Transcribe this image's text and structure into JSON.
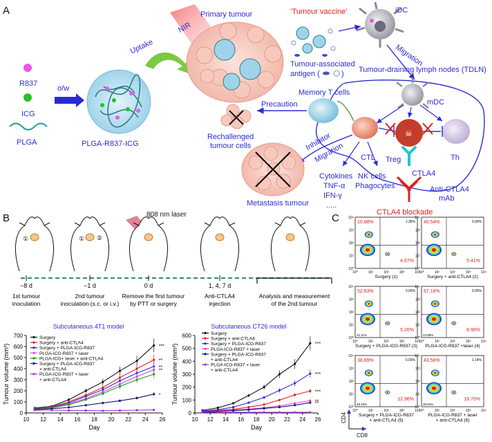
{
  "panel_a": {
    "label": "A",
    "r837": "R837",
    "icg": "ICG",
    "plga": "PLGA",
    "ow": "o/w",
    "nanoparticle": "PLGA-R837-ICG",
    "uptake": "Uptake",
    "nir": "NIR",
    "primary_tumour": "Primary  tumour",
    "tumour_vaccine": "‘Tumour vaccine’",
    "idc": "iDC",
    "antigen": "Tumour-associated",
    "antigen2": "antigen (",
    "antigen3": ")",
    "migration1": "Migration",
    "tdln": "Tumour-draining lymph nodes (TDLN)",
    "mdc": "mDC",
    "memory_t": "Memory T cells",
    "precaution": "Precaution",
    "rechallenged": "Rechallenged",
    "rechallenged2": "tumour cells",
    "inhibitor": "Inhibitor",
    "migration2": "Migration",
    "ctl": "CTL",
    "treg": "Treg",
    "th": "Th",
    "ctla4": "CTLA4",
    "cytokines": "Cytokines",
    "tnf": "TNF-α",
    "ifn": "IFN-γ",
    "dots": ".....",
    "nk": "NK cells",
    "phago": "Phagocytes",
    "anti_ctla4": "Anti-CTLA4",
    "mab": "mAb",
    "ctla4_blockade": "CTLA4 blockade",
    "metastasis": "Metastasis tumour"
  },
  "panel_b": {
    "label": "B",
    "laser": "808 nm laser",
    "tl_ticks": [
      "−8 d",
      "−1 d",
      "0 d",
      "1, 4, 7 d"
    ],
    "tl_desc": [
      [
        "1st tumour",
        "inoculation"
      ],
      [
        "2nd tumour",
        "inoculation (s.c. or i.v.)"
      ],
      [
        "Remove the first tumour",
        "by PTT or surgery"
      ],
      [
        "Anti-CTLA4",
        "injection"
      ],
      [
        "Analysis and measurement",
        "of the 2nd tumour"
      ]
    ],
    "mouse_marks": [
      "①",
      "②"
    ]
  },
  "panel_c": {
    "label": "C",
    "xlabel": "CD8",
    "ylabel": "CD4",
    "plots": [
      {
        "name": "Surgery (1)",
        "ul": "10.88%",
        "ur": "1.36%",
        "lr": "4.67%",
        "ll": ""
      },
      {
        "name": "Surgery + anti-CTLA4 (2)",
        "ul": "40.54%",
        "ur": "0.00%",
        "lr": "5.41%",
        "ll": ""
      },
      {
        "name": "Surgery + PLGA-ICG-R837 (3)",
        "ul": "52.63%",
        "ur": "0.00%",
        "lr": "5.26%",
        "ll": "42.11%"
      },
      {
        "name": "PLGA-ICG-R837 +laser (4)",
        "ul": "67.16%",
        "ur": "0.00%",
        "lr": "8.96%",
        "ll": "23.88%"
      },
      {
        "name": "Surgery + PLGA-ICG-R837\n+ anti-CTLA4 (5)",
        "ul": "38.89%",
        "ur": "0.00%",
        "lr": "12.96%",
        "ll": "48.15%"
      },
      {
        "name": "PLGA-ICG-R837 + laser\n+ anti-CTLA4 (6)",
        "ul": "43.56%",
        "ur": "1.14%",
        "lr": "19.70%",
        "ll": "35.64%"
      }
    ],
    "tick_labels": [
      "10⁰",
      "10¹",
      "10²",
      "10³",
      "10⁴"
    ]
  },
  "chart_data": [
    {
      "type": "line",
      "title": "Subcutaneous 4T1 model",
      "xlabel": "Day",
      "ylabel": "Tumour volume (mm³)",
      "xlim": [
        10,
        26
      ],
      "ylim": [
        0,
        700
      ],
      "xticks": [
        10,
        12,
        14,
        16,
        18,
        20,
        22,
        24,
        26
      ],
      "yticks": [
        0,
        100,
        200,
        300,
        400,
        500,
        600,
        700
      ],
      "x": [
        11,
        13,
        15,
        17,
        19,
        21,
        23,
        25
      ],
      "series": [
        {
          "name": "Surgery",
          "color": "#111111",
          "values": [
            45,
            60,
            120,
            200,
            280,
            380,
            470,
            610
          ],
          "sig": "***"
        },
        {
          "name": "Surgery + anti-CTLA4",
          "color": "#e0201c",
          "values": [
            40,
            55,
            100,
            160,
            230,
            320,
            400,
            480
          ],
          "sig": "**"
        },
        {
          "name": "Surgery + PLGA-ICG-R837",
          "color": "#2b2bd6",
          "values": [
            38,
            50,
            90,
            150,
            210,
            290,
            360,
            420
          ],
          "sig": "**"
        },
        {
          "name": "PLGA-ICG-R837 + laser",
          "color": "#e83ee8",
          "values": [
            35,
            48,
            80,
            130,
            190,
            260,
            330,
            390
          ],
          "sig": "**"
        },
        {
          "name": "PLGA-ICG+ laser + anti-CTLA4",
          "color": "#1a9a1a",
          "values": [
            33,
            45,
            75,
            120,
            175,
            240,
            300,
            350
          ],
          "sig": ""
        },
        {
          "name": "Surgery + PLGA-ICG-R837\n+ anti-CTLA4",
          "color": "#14146e",
          "values": [
            30,
            38,
            50,
            70,
            90,
            110,
            135,
            170
          ],
          "sig": "*"
        },
        {
          "name": "PLGA-ICG-R837 + laser\n+ anti-CTLA4",
          "color": "#9b30e0",
          "values": [
            25,
            25,
            22,
            22,
            20,
            22,
            25,
            28
          ],
          "sig": ""
        }
      ]
    },
    {
      "type": "line",
      "title": "Subcutaneous CT26 model",
      "xlabel": "Day",
      "ylabel": "Tumour volume (mm³)",
      "xlim": [
        10,
        26
      ],
      "ylim": [
        0,
        600
      ],
      "xticks": [
        10,
        12,
        14,
        16,
        18,
        20,
        22,
        24,
        26
      ],
      "yticks": [
        0,
        100,
        200,
        300,
        400,
        500,
        600
      ],
      "x": [
        11,
        13,
        15,
        17,
        19,
        21,
        23,
        25
      ],
      "series": [
        {
          "name": "Surgery",
          "color": "#111111",
          "values": [
            20,
            40,
            75,
            135,
            200,
            300,
            380,
            540
          ],
          "sig": "***"
        },
        {
          "name": "Surgery + anti-CTLA4",
          "color": "#e0201c",
          "values": [
            12,
            20,
            28,
            45,
            65,
            100,
            140,
            170
          ],
          "sig": "***"
        },
        {
          "name": "Surgery + PLGA-ICG-R837",
          "color": "#2b2bd6",
          "values": [
            15,
            25,
            45,
            80,
            120,
            175,
            230,
            305
          ],
          "sig": "***"
        },
        {
          "name": "PLGA-ICG-R837 + laser",
          "color": "#e83ee8",
          "values": [
            10,
            15,
            22,
            30,
            40,
            55,
            75,
            95
          ],
          "sig": "**"
        },
        {
          "name": "Surgery + PLGA-ICG-R837\n+ anti-CTLA4",
          "color": "#14146e",
          "values": [
            8,
            12,
            18,
            25,
            35,
            45,
            60,
            80
          ],
          "sig": "**"
        },
        {
          "name": "PLGA-ICG-R837 + laser\n+ anti-CTLA4",
          "color": "#9b30e0",
          "values": [
            5,
            5,
            5,
            5,
            5,
            5,
            5,
            5
          ],
          "sig": ""
        }
      ]
    }
  ]
}
